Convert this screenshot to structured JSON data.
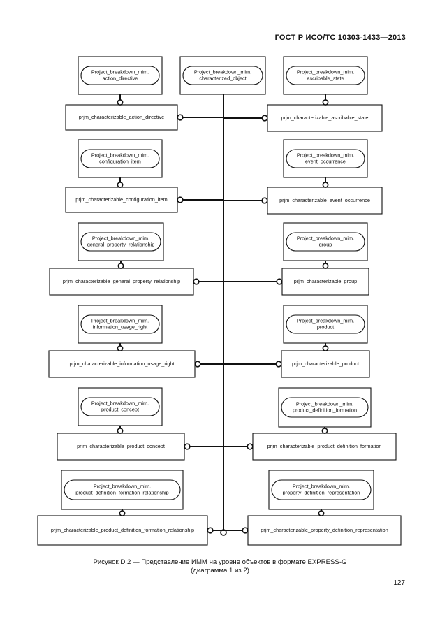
{
  "header": {
    "standard": "ГОСТ Р ИСО/ТС 10303-1433—2013"
  },
  "diagram": {
    "center_entity": [
      "Project_breakdown_mim.",
      "characterized_object"
    ],
    "left": [
      {
        "entity": [
          "Project_breakdown_mim.",
          "action_directive"
        ],
        "select": "prjm_characterizable_action_directive"
      },
      {
        "entity": [
          "Project_breakdown_mim.",
          "configuration_item"
        ],
        "select": "prjm_characterizable_configuration_item"
      },
      {
        "entity": [
          "Project_breakdown_mim.",
          "general_property_relationship"
        ],
        "select": "prjm_characterizable_general_property_relationship"
      },
      {
        "entity": [
          "Project_breakdown_mim.",
          "information_usage_right"
        ],
        "select": "prjm_characterizable_information_usage_right"
      },
      {
        "entity": [
          "Project_breakdown_mim.",
          "product_concept"
        ],
        "select": "prjm_characterizable_product_concept"
      },
      {
        "entity": [
          "Project_breakdown_mim.",
          "product_definition_formation_relationship"
        ],
        "select": "prjm_characterizable_product_definition_formation_relationship"
      }
    ],
    "right": [
      {
        "entity": [
          "Project_breakdown_mim.",
          "ascribable_state"
        ],
        "select": "prjm_characterizable_ascribable_state"
      },
      {
        "entity": [
          "Project_breakdown_mim.",
          "event_occurrence"
        ],
        "select": "prjm_characterizable_event_occurrence"
      },
      {
        "entity": [
          "Project_breakdown_mim.",
          "group"
        ],
        "select": "prjm_characterizable_group"
      },
      {
        "entity": [
          "Project_breakdown_mim.",
          "product"
        ],
        "select": "prjm_characterizable_product"
      },
      {
        "entity": [
          "Project_breakdown_mim.",
          "product_definition_formation"
        ],
        "select": "prjm_characterizable_product_definition_formation"
      },
      {
        "entity": [
          "Project_breakdown_mim.",
          "property_definition_representation"
        ],
        "select": "prjm_characterizable_property_definition_representation"
      }
    ]
  },
  "caption": {
    "line1": "Рисунок D.2 — Представление ИММ на уровне объектов в формате EXPRESS-G",
    "line2": "(диаграмма 1 из 2)"
  },
  "page_number": "127"
}
